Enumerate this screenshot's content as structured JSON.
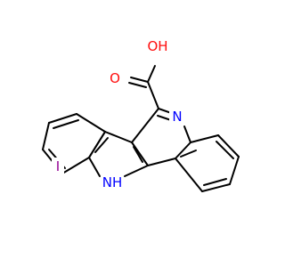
{
  "molecule": {
    "atoms": {
      "oh": {
        "text": "OH",
        "color": "#ff0d0d"
      },
      "o": {
        "text": "O",
        "color": "#ff0d0d"
      },
      "n_ring": {
        "text": "N",
        "color": "#0000ff"
      },
      "nh": {
        "text": "NH",
        "color": "#0000ff"
      },
      "i": {
        "text": "I",
        "color": "#940094"
      }
    }
  }
}
